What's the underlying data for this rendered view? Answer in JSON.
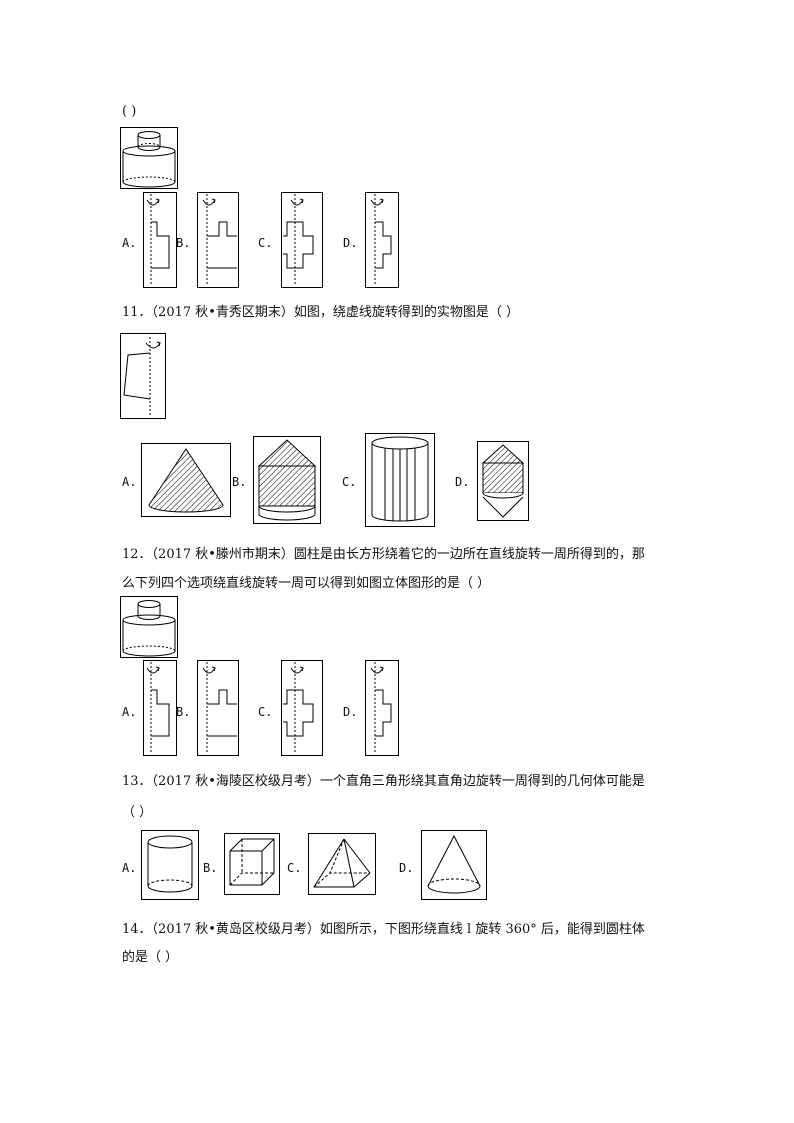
{
  "q10": {
    "tail": "(      )",
    "options": [
      "A.",
      "B.",
      "C.",
      "D."
    ]
  },
  "q11": {
    "text": "11．（2017 秋•青秀区期末）如图，绕虚线旋转得到的实物图是（       ）",
    "options": [
      "A.",
      "B.",
      "C.",
      "D."
    ]
  },
  "q12": {
    "line1": "12．（2017 秋•滕州市期末）圆柱是由长方形绕着它的一边所在直线旋转一周所得到的，那",
    "line2": "么下列四个选项绕直线旋转一周可以得到如图立体图形的是（       ）",
    "options": [
      "A.",
      "B.",
      "C.",
      "D."
    ]
  },
  "q13": {
    "line1": "13．（2017 秋•海陵区校级月考）一个直角三角形绕其直角边旋转一周得到的几何体可能是",
    "line2": "（       ）",
    "options": [
      "A.",
      "B.",
      "C.",
      "D."
    ],
    "option_icons": [
      "cylinder-icon",
      "cube-icon",
      "pyramid-icon",
      "cone-icon"
    ]
  },
  "q14": {
    "line1": "14．（2017 秋•黄岛区校级月考）如图所示，下图形绕直线 l 旋转 360° 后，能得到圆柱体",
    "line2": "的是（       ）"
  }
}
